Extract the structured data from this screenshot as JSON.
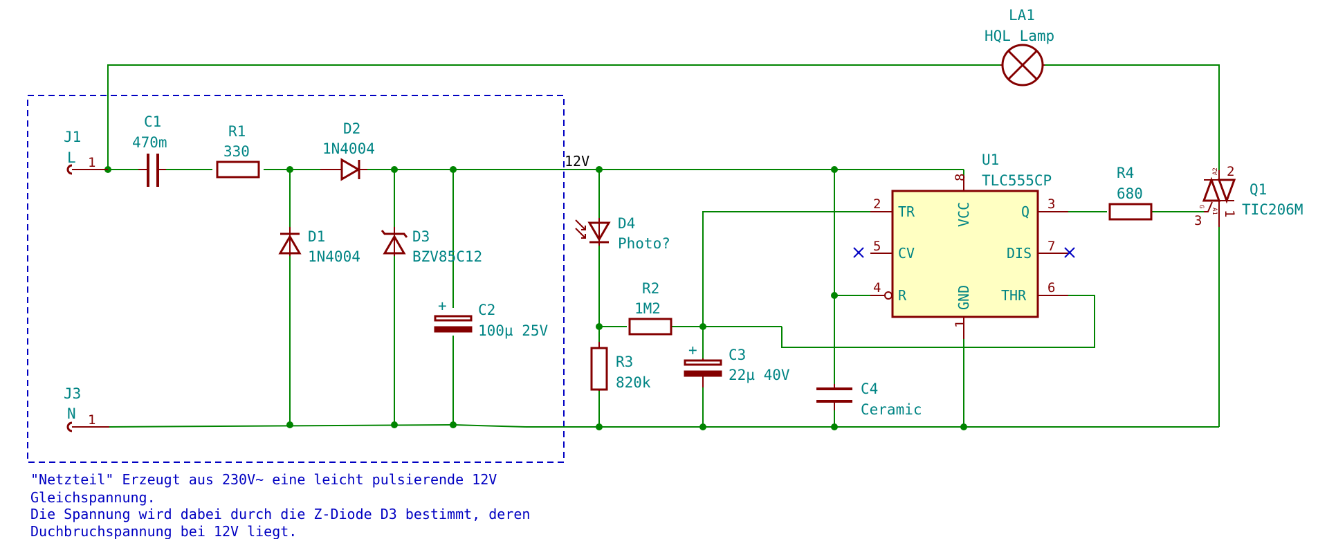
{
  "colors": {
    "wire": "#008400",
    "component": "#840000",
    "label": "#008484",
    "ic_fill": "#ffffc2",
    "note": "#0000c2",
    "net_label": "#000000"
  },
  "components": {
    "J1": {
      "ref": "J1",
      "value": "L",
      "pin": "1"
    },
    "J3": {
      "ref": "J3",
      "value": "N",
      "pin": "1"
    },
    "C1": {
      "ref": "C1",
      "value": "470m"
    },
    "R1": {
      "ref": "R1",
      "value": "330"
    },
    "D2": {
      "ref": "D2",
      "value": "1N4004"
    },
    "D1": {
      "ref": "D1",
      "value": "1N4004"
    },
    "D3": {
      "ref": "D3",
      "value": "BZV85C12"
    },
    "C2": {
      "ref": "C2",
      "value": "100µ 25V",
      "plus": "+"
    },
    "D4": {
      "ref": "D4",
      "value": "Photo?"
    },
    "R2": {
      "ref": "R2",
      "value": "1M2"
    },
    "R3": {
      "ref": "R3",
      "value": "820k"
    },
    "C3": {
      "ref": "C3",
      "value": "22µ 40V",
      "plus": "+"
    },
    "C4": {
      "ref": "C4",
      "value": "Ceramic"
    },
    "U1": {
      "ref": "U1",
      "value": "TLC555CP",
      "pins": {
        "tr": {
          "num": "2",
          "name": "TR"
        },
        "cv": {
          "num": "5",
          "name": "CV"
        },
        "r": {
          "num": "4",
          "name": "R"
        },
        "vcc": {
          "num": "8",
          "name": "VCC"
        },
        "gnd": {
          "num": "1",
          "name": "GND"
        },
        "q": {
          "num": "3",
          "name": "Q"
        },
        "dis": {
          "num": "7",
          "name": "DIS"
        },
        "thr": {
          "num": "6",
          "name": "THR"
        }
      }
    },
    "R4": {
      "ref": "R4",
      "value": "680"
    },
    "Q1": {
      "ref": "Q1",
      "value": "TIC206M",
      "pins": {
        "a2": "2",
        "g": "3",
        "a1": "1",
        "a2_name": "A2",
        "g_name": "G",
        "a1_name": "A1"
      }
    },
    "LA1": {
      "ref": "LA1",
      "value": "HQL Lamp"
    }
  },
  "net_label": "12V",
  "note": {
    "line1": "\"Netzteil\" Erzeugt aus 230V~ eine leicht pulsierende 12V",
    "line2": "Gleichspannung.",
    "line3": "Die Spannung wird dabei durch die Z-Diode D3 bestimmt, deren",
    "line4": "Duchbruchspannung bei 12V liegt."
  }
}
